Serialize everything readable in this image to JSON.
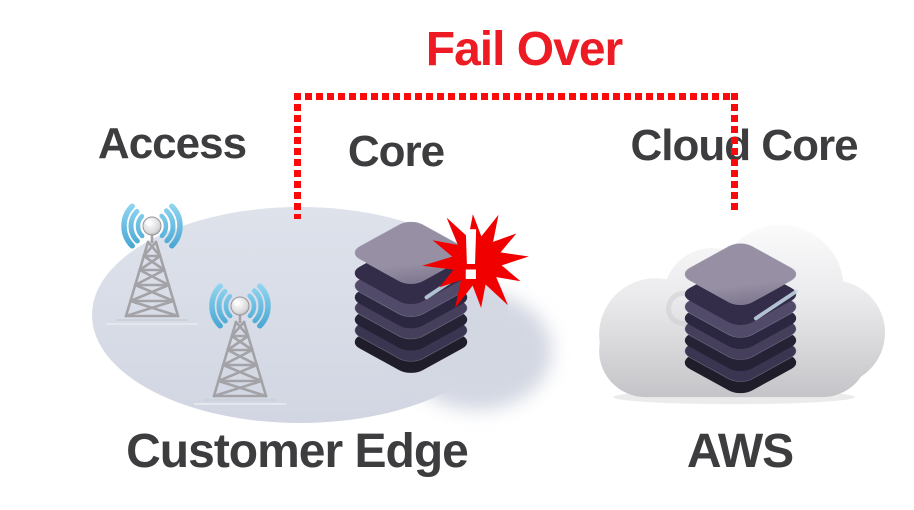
{
  "labels": {
    "failover": "Fail Over",
    "access": "Access",
    "core": "Core",
    "cloud_core": "Cloud Core",
    "customer_edge": "Customer Edge",
    "aws": "AWS"
  },
  "alert": {
    "symbol": "!"
  },
  "icons": {
    "access_zone": "radio-tower-icon",
    "core_zone": "network-router-stack-icon",
    "cloud_core_zone": "cloud-icon with network-router-stack-icon",
    "failure_marker": "alert-burst-icon"
  },
  "colors": {
    "failover_red": "#ed1b23",
    "line_red": "#fa0a0a",
    "label_gray": "#3d3d40",
    "zone_fill": "#d7dbe6",
    "wave_blue": "#4fb1dd",
    "stack_purple": "#4a4260",
    "stack_dark": "#232030",
    "cloud_gray": "#d8d8db",
    "alert_red": "#f10000",
    "alert_symbol_white": "#ffffff"
  }
}
